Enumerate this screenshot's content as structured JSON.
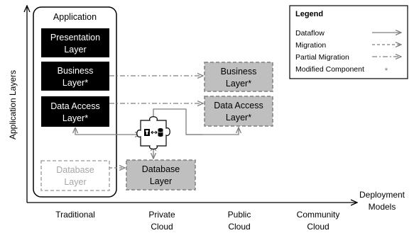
{
  "axes": {
    "y_label": "Application Layers",
    "x_label_line1": "Deployment",
    "x_label_line2": "Models"
  },
  "categories": [
    {
      "line1": "Traditional",
      "line2": ""
    },
    {
      "line1": "Private",
      "line2": "Cloud"
    },
    {
      "line1": "Public",
      "line2": "Cloud"
    },
    {
      "line1": "Community",
      "line2": "Cloud"
    }
  ],
  "application": {
    "title": "Application",
    "presentation": {
      "line1": "Presentation",
      "line2": "Layer"
    },
    "business": {
      "line1": "Business",
      "line2": "Layer*"
    },
    "data_access": {
      "line1": "Data Access",
      "line2": "Layer*"
    },
    "database": {
      "line1": "Database",
      "line2": "Layer"
    }
  },
  "cloud_components": {
    "business": {
      "line1": "Business",
      "line2": "Layer*"
    },
    "data_access": {
      "line1": "Data Access",
      "line2": "Layer*"
    },
    "database": {
      "line1": "Database",
      "line2": "Layer"
    }
  },
  "legend": {
    "title": "Legend",
    "items": [
      "Dataflow",
      "Migration",
      "Partial Migration",
      "Modified Component"
    ],
    "modified_symbol": "*"
  },
  "colors": {
    "black_box": "#000000",
    "grey_box": "#bfbfbf",
    "arrow": "#7f7f7f",
    "faded_border": "#a6a6a6",
    "faded_text": "#a6a6a6"
  }
}
